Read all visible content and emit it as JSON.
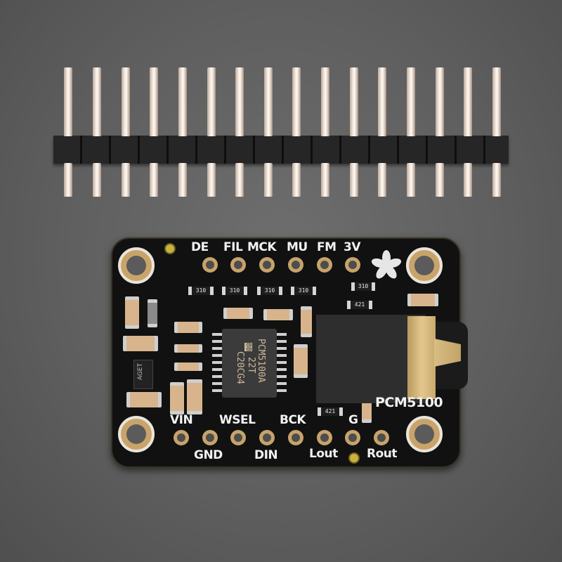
{
  "scene": {
    "subject": "Adafruit PCM5100 I2S DAC breakout board with 3.5mm stereo headphone jack and a 16-pin male header strip",
    "background_color": "#5f5f5f"
  },
  "header_strip": {
    "pin_count": 16,
    "pin_color": "#efe4d9",
    "housing_color": "#1a1a1a"
  },
  "board": {
    "silkscreen_product": "PCM5100",
    "pcb_color": "#111111",
    "pad_color": "#c7a36a",
    "top_pins": [
      "DE",
      "FIL",
      "MCK",
      "MU",
      "FM",
      "3V"
    ],
    "bottom_pins_upper_row": [
      "VIN",
      "WSEL",
      "BCK",
      "G"
    ],
    "bottom_pins_lower_row": [
      "GND",
      "DIN",
      "Lout",
      "Rout"
    ],
    "chip": {
      "line1": "PCM5100A",
      "line2": "22T",
      "line3": "C20CG4",
      "logo": "BB"
    },
    "regulator_marking": "AGET",
    "resistor_markings": [
      "310",
      "310",
      "310",
      "310",
      "310",
      "421",
      "421"
    ],
    "logo": "adafruit-flower-logo"
  }
}
